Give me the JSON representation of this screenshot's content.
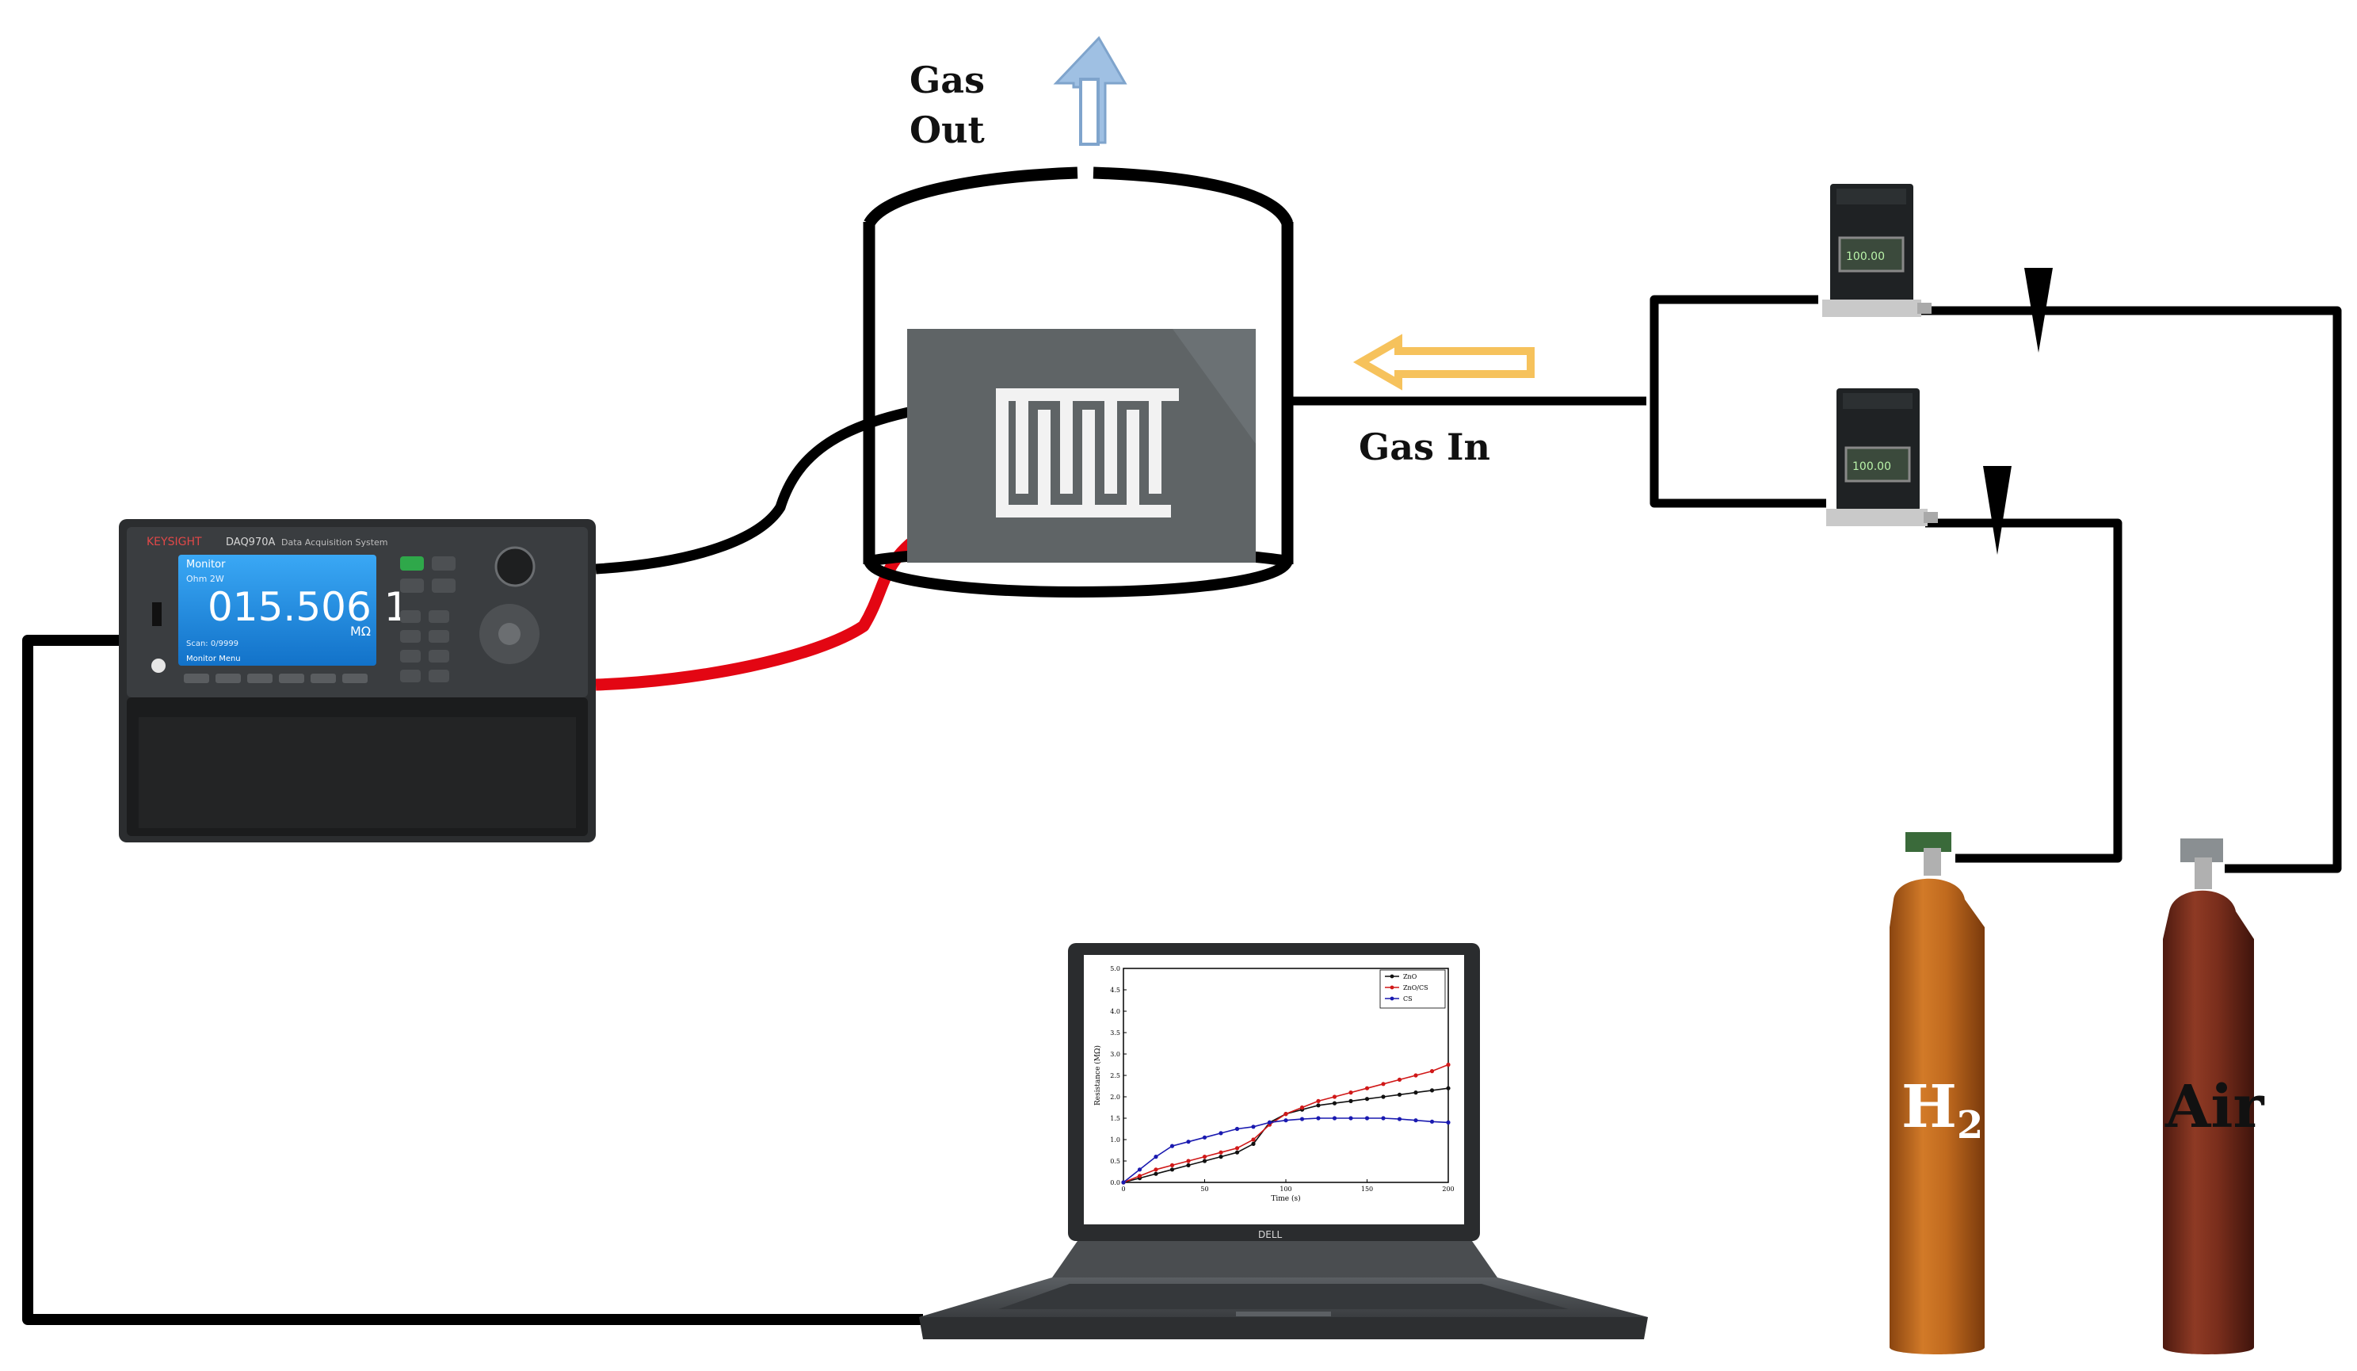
{
  "labels": {
    "gas_out_1": "Gas",
    "gas_out_2": "Out",
    "gas_in": "Gas In",
    "h2_main": "H",
    "h2_sub": "2",
    "air": "Air"
  },
  "daq": {
    "brand": "KEYSIGHT",
    "model": "DAQ970A",
    "subtitle": "Data Acquisition System",
    "reading": "015.506 1",
    "unit": "MΩ",
    "screen_header": "Monitor",
    "screen_row_1": "Ohm 2W",
    "screen_row_2": "Scan: 0/9999",
    "screen_footer": "Monitor Menu"
  },
  "laptop": {
    "brand": "DELL"
  },
  "colors": {
    "wire_black": "#000000",
    "wire_red": "#e30613",
    "arrow_out": "#9fc0e3",
    "arrow_in": "#f6c25c",
    "chamber_board": "#5f6466",
    "h2_cylinder": "#b4631a",
    "air_cylinder": "#7a2e1c",
    "daq_screen": "#1d8fe6"
  },
  "chart_data": {
    "type": "line",
    "title": "",
    "xlabel": "Time (s)",
    "ylabel": "Resistance (MΩ)",
    "xlim": [
      0,
      200
    ],
    "ylim": [
      0,
      5.0
    ],
    "x_ticks": [
      "0",
      "50",
      "100",
      "150",
      "200"
    ],
    "y_ticks": [
      "0.0",
      "0.5",
      "1.0",
      "1.5",
      "2.0",
      "2.5",
      "3.0",
      "3.5",
      "4.0",
      "4.5",
      "5.0"
    ],
    "legend_position": "top-right",
    "x": [
      0,
      10,
      20,
      30,
      40,
      50,
      60,
      70,
      80,
      90,
      100,
      110,
      120,
      130,
      140,
      150,
      160,
      170,
      180,
      190,
      200
    ],
    "series": [
      {
        "name": "ZnO",
        "color": "#111111",
        "values": [
          0.0,
          0.1,
          0.2,
          0.3,
          0.4,
          0.5,
          0.6,
          0.7,
          0.9,
          1.4,
          1.6,
          1.7,
          1.8,
          1.85,
          1.9,
          1.95,
          2.0,
          2.05,
          2.1,
          2.15,
          2.2
        ]
      },
      {
        "name": "ZnO/CS",
        "color": "#d01818",
        "values": [
          0.0,
          0.15,
          0.3,
          0.4,
          0.5,
          0.6,
          0.7,
          0.8,
          1.0,
          1.35,
          1.6,
          1.75,
          1.9,
          2.0,
          2.1,
          2.2,
          2.3,
          2.4,
          2.5,
          2.6,
          2.75
        ]
      },
      {
        "name": "CS",
        "color": "#1a1ab0",
        "values": [
          0.0,
          0.3,
          0.6,
          0.85,
          0.95,
          1.05,
          1.15,
          1.25,
          1.3,
          1.4,
          1.45,
          1.48,
          1.5,
          1.5,
          1.5,
          1.5,
          1.5,
          1.48,
          1.45,
          1.42,
          1.4
        ]
      }
    ]
  }
}
